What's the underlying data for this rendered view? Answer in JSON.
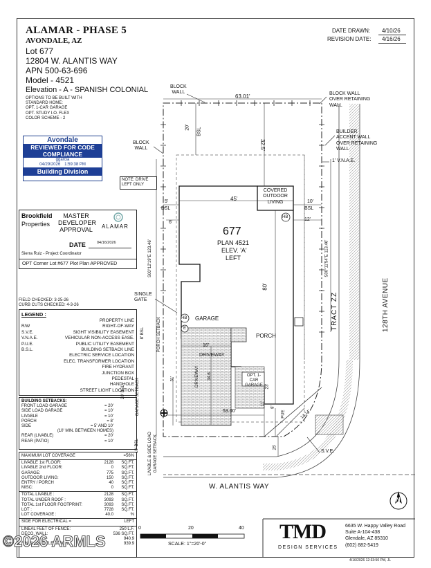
{
  "header": {
    "project": "ALAMAR - PHASE 5",
    "city": "AVONDALE, AZ",
    "lot": "Lot  677",
    "address": "12804 W. ALANTIS WAY",
    "apn": "APN 500-63-696",
    "model": "Model - 4521",
    "elevation": "Elevation - A - SPANISH COLONIAL",
    "options_note": [
      "OPTIONS TO BE BUILT WITH",
      "STANDARD HOME:",
      "OPT. 1-CAR GARAGE",
      "OPT. STUDY I.O. FLEX",
      "COLOR SCHEME - 2"
    ],
    "date_drawn_label": "DATE DRAWN:",
    "date_drawn": "4/10/26",
    "revision_label": "REVISION DATE:",
    "revision_date": "4/16/26"
  },
  "review_stamp": {
    "org": "Avondale",
    "line1": "REVIEWED FOR CODE",
    "line2": "COMPLIANCE",
    "user": "ggarcia",
    "stamp_date": "04/29/2026",
    "stamp_time": "1:59:38 PM",
    "division": "Building Division"
  },
  "developer_box": {
    "company1": "Brookfield",
    "company2": "Properties",
    "approval1": "MASTER",
    "approval2": "DEVELOPER",
    "approval3": "APPROVAL",
    "brand": "ALAMAR",
    "date_label": "DATE",
    "date_value": "04/16/2026",
    "signer": "Sierra Ruiz - Project Coordinator",
    "approved_line": "OPT Corner Lot #677 Plot Plan APPROVED"
  },
  "field_checked": "FIELD CHECKED: 3-25-26",
  "curb_checked": "CURB CUTS CHECKED: 4-3-26",
  "legend": {
    "title": "LEGEND :",
    "items": [
      {
        "sym": "",
        "desc": "PROPERTY LINE"
      },
      {
        "sym": "R/W",
        "desc": "RIGHT-OF-WAY"
      },
      {
        "sym": "S.V.E.",
        "desc": "SIGHT VISIBILITY EASEMENT"
      },
      {
        "sym": "V.N.A.E.",
        "desc": "VEHICULAR NON-ACCESS EASE."
      },
      {
        "sym": "P.U.E.",
        "desc": "PUBLIC UTILITY EASEMENT"
      },
      {
        "sym": "B.S.L.",
        "desc": "BUILDING SETBACK LINE"
      },
      {
        "sym": "",
        "desc": "ELECTRIC SERVICE LOCATION"
      },
      {
        "sym": "",
        "desc": "ELEC. TRANSFORMER LOCATION"
      },
      {
        "sym": "",
        "desc": "FIRE HYDRANT"
      },
      {
        "sym": "",
        "desc": "JUNCTION BOX"
      },
      {
        "sym": "",
        "desc": "PEDESTAL"
      },
      {
        "sym": "",
        "desc": "HANDHOLE"
      },
      {
        "sym": "",
        "desc": "STREET LIGHT LOCATION"
      }
    ]
  },
  "setbacks": {
    "title": "BUILDING SETBACKS:",
    "items": [
      {
        "label": "FRONT LOAD GARAGE",
        "value": "= 20'"
      },
      {
        "label": "SIDE LOAD GARAGE",
        "value": "= 10'"
      },
      {
        "label": "LIVABLE",
        "value": "= 10'"
      },
      {
        "label": "PORCH",
        "value": "= 8'"
      },
      {
        "label": "SIDE",
        "value": "= 5' AND 10'"
      },
      {
        "label": "",
        "value": "(10' MIN. BETWEEN HOMES)"
      },
      {
        "label": "REAR (LIVABLE)",
        "value": "= 20'"
      },
      {
        "label": "REAR (PATIO)",
        "value": "= 10'"
      }
    ]
  },
  "coverage": {
    "max_label": "MAXIMUM LOT COVERAGE",
    "max_value": "=56%",
    "items": [
      {
        "label": "LIVABLE 1st FLOOR:",
        "value": "2128",
        "unit": "SQ.FT."
      },
      {
        "label": "LIVABLE 2nd FLOOR:",
        "value": "0",
        "unit": "SQ.FT."
      },
      {
        "label": "GARAGE:",
        "value": "775",
        "unit": "SQ.FT."
      },
      {
        "label": "OUTDOOR LIVING:",
        "value": "150",
        "unit": "SQ.FT."
      },
      {
        "label": "ENTRY / PORCH",
        "value": "40",
        "unit": "SQ.FT."
      },
      {
        "label": "MISC:",
        "value": "0",
        "unit": "SQ.FT."
      }
    ],
    "totals": [
      {
        "label": "TOTAL LIVABLE :",
        "value": "2128",
        "unit": "SQ.FT."
      },
      {
        "label": "TOTAL UNDER ROOF :",
        "value": "3093",
        "unit": "SQ.FT."
      },
      {
        "label": "TOTAL 1st FLOOR FOOTPRINT:",
        "value": "3093",
        "unit": "SQ.FT."
      },
      {
        "label": "LOT :",
        "value": "7728",
        "unit": "SQ.FT."
      },
      {
        "label": "LOT COVERAGE :",
        "value": "40.0",
        "unit": "%"
      }
    ],
    "electrical_label": "SIDE FOR ELECTRICAL =",
    "electrical_value": "LEFT",
    "fence_label": "LINEAL FEET OF FENCE:",
    "fence_value": "250 L.F.",
    "wall_label": "DECO. WALL:",
    "wall_value": "536 SQ.FT.",
    "pad_value": "940.9",
    "finish_label": "FINISH PAD ELEVATION:",
    "finish_value": "939.9"
  },
  "plan": {
    "lot_number": "677",
    "plan_name": "PLAN 4521",
    "elev": "ELEV. 'A'",
    "handing": "LEFT",
    "covered1": "COVERED",
    "covered2": "OUTDOOR",
    "covered3": "LIVING",
    "garage": "GARAGE",
    "porch": "PORCH",
    "opt_garage1": "OPT. 1-CAR",
    "opt_garage2": "GARAGE",
    "driveway": "DRIVEWAY",
    "driveway_v": "DRIVEWAY",
    "note_drive1": "NOTE: DRIVE",
    "note_drive2": "LEFT ONLY",
    "hb": "HB",
    "e": "E",
    "dims": {
      "top": "63.01'",
      "rear_bsl": "20'",
      "rear_bsl_label": "BSL",
      "rear_depth": "32.5'",
      "width45": "45'",
      "side5": "5'",
      "side10": "10'",
      "bsl": "BSL",
      "d6": "6'",
      "d12": "12'",
      "depth80": "80'",
      "d16": "16'",
      "d34": "34.6'",
      "d31": "31'",
      "d23": "23'",
      "d11": "11'",
      "d8": "8'",
      "front53": "53.00'",
      "d25": "25'",
      "d14": "14.14'",
      "bearing_left": "S00°12'19\"E  123.46'",
      "bearing_right": "S00°11'54\"E  113.46'",
      "bsl8": "8' BSL",
      "porch_setback": "PORCH SETBACK",
      "bsl20": "20' BSL",
      "garage_setback": "GARAGE SETBACK",
      "bsl10": "10' BSL",
      "livable_side1": "LIVABLE & SIDE LOAD",
      "livable_side2": "GARAGE SETBACK",
      "pue": "PUE"
    },
    "callouts": {
      "block_wall_top1": "BLOCK",
      "block_wall_top2": "WALL",
      "block_wall_left1": "BLOCK",
      "block_wall_left2": "WALL",
      "single_gate1": "SINGLE",
      "single_gate2": "GATE",
      "bw_retaining1": "BLOCK WALL",
      "bw_retaining2": "OVER RETAINING",
      "bw_retaining3": "WALL",
      "accent1": "BUILDER",
      "accent2": "ACCENT WALL",
      "accent3": "OVER RETAINING",
      "accent4": "WALL",
      "vnae": "1' V.N.A.E.",
      "sve": "S.V.E."
    },
    "street": "W. ALANTIS WAY",
    "avenue": "128TH AVENUE",
    "tract": "TRACT ZZ"
  },
  "scale": {
    "ticks": [
      "0",
      "20",
      "40"
    ],
    "label": "SCALE:  1\"=20'-0\""
  },
  "firm": {
    "logo": "TMD",
    "subtitle": "DESIGN SERVICES",
    "address1": "6635 W. Happy Valley Road",
    "address2": "Suite A-104-438",
    "address3": "Glendale, AZ 85310",
    "phone": "(602) 882-5419"
  },
  "footer_stamp": "4/16/2026 12:33:50 PM, JL",
  "watermark": "2026 ARMLS",
  "north": "N"
}
